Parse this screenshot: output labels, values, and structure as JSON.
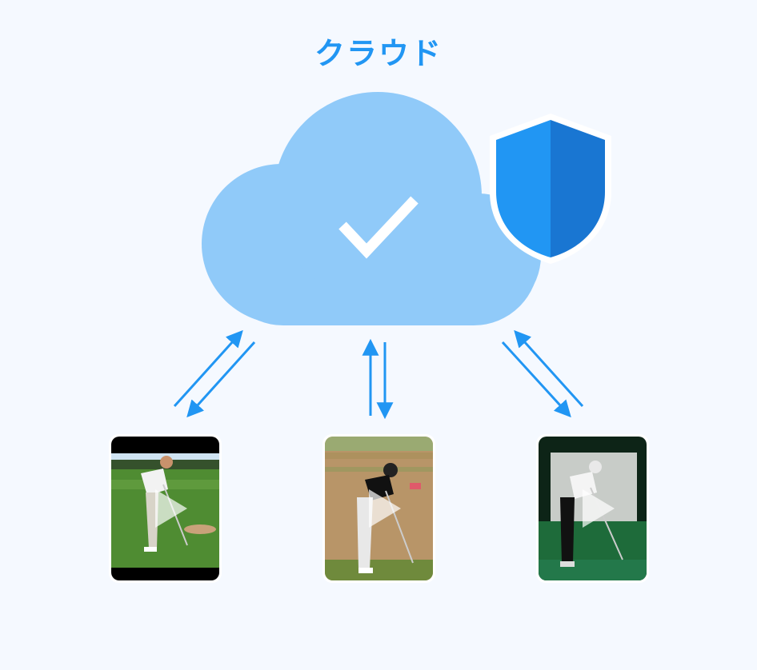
{
  "title": "クラウド",
  "colors": {
    "background": "#f5f9ff",
    "accent": "#2196f3",
    "cloud": "#90caf9",
    "shield_light": "#2196f3",
    "shield_dark": "#1976d2"
  },
  "icons": [
    "cloud-icon",
    "checkmark-icon",
    "shield-icon",
    "play-icon"
  ],
  "videos": [
    {
      "name": "video-thumbnail-1",
      "scene": "driving-range"
    },
    {
      "name": "video-thumbnail-2",
      "scene": "dry-range"
    },
    {
      "name": "video-thumbnail-3",
      "scene": "indoor-range"
    }
  ]
}
